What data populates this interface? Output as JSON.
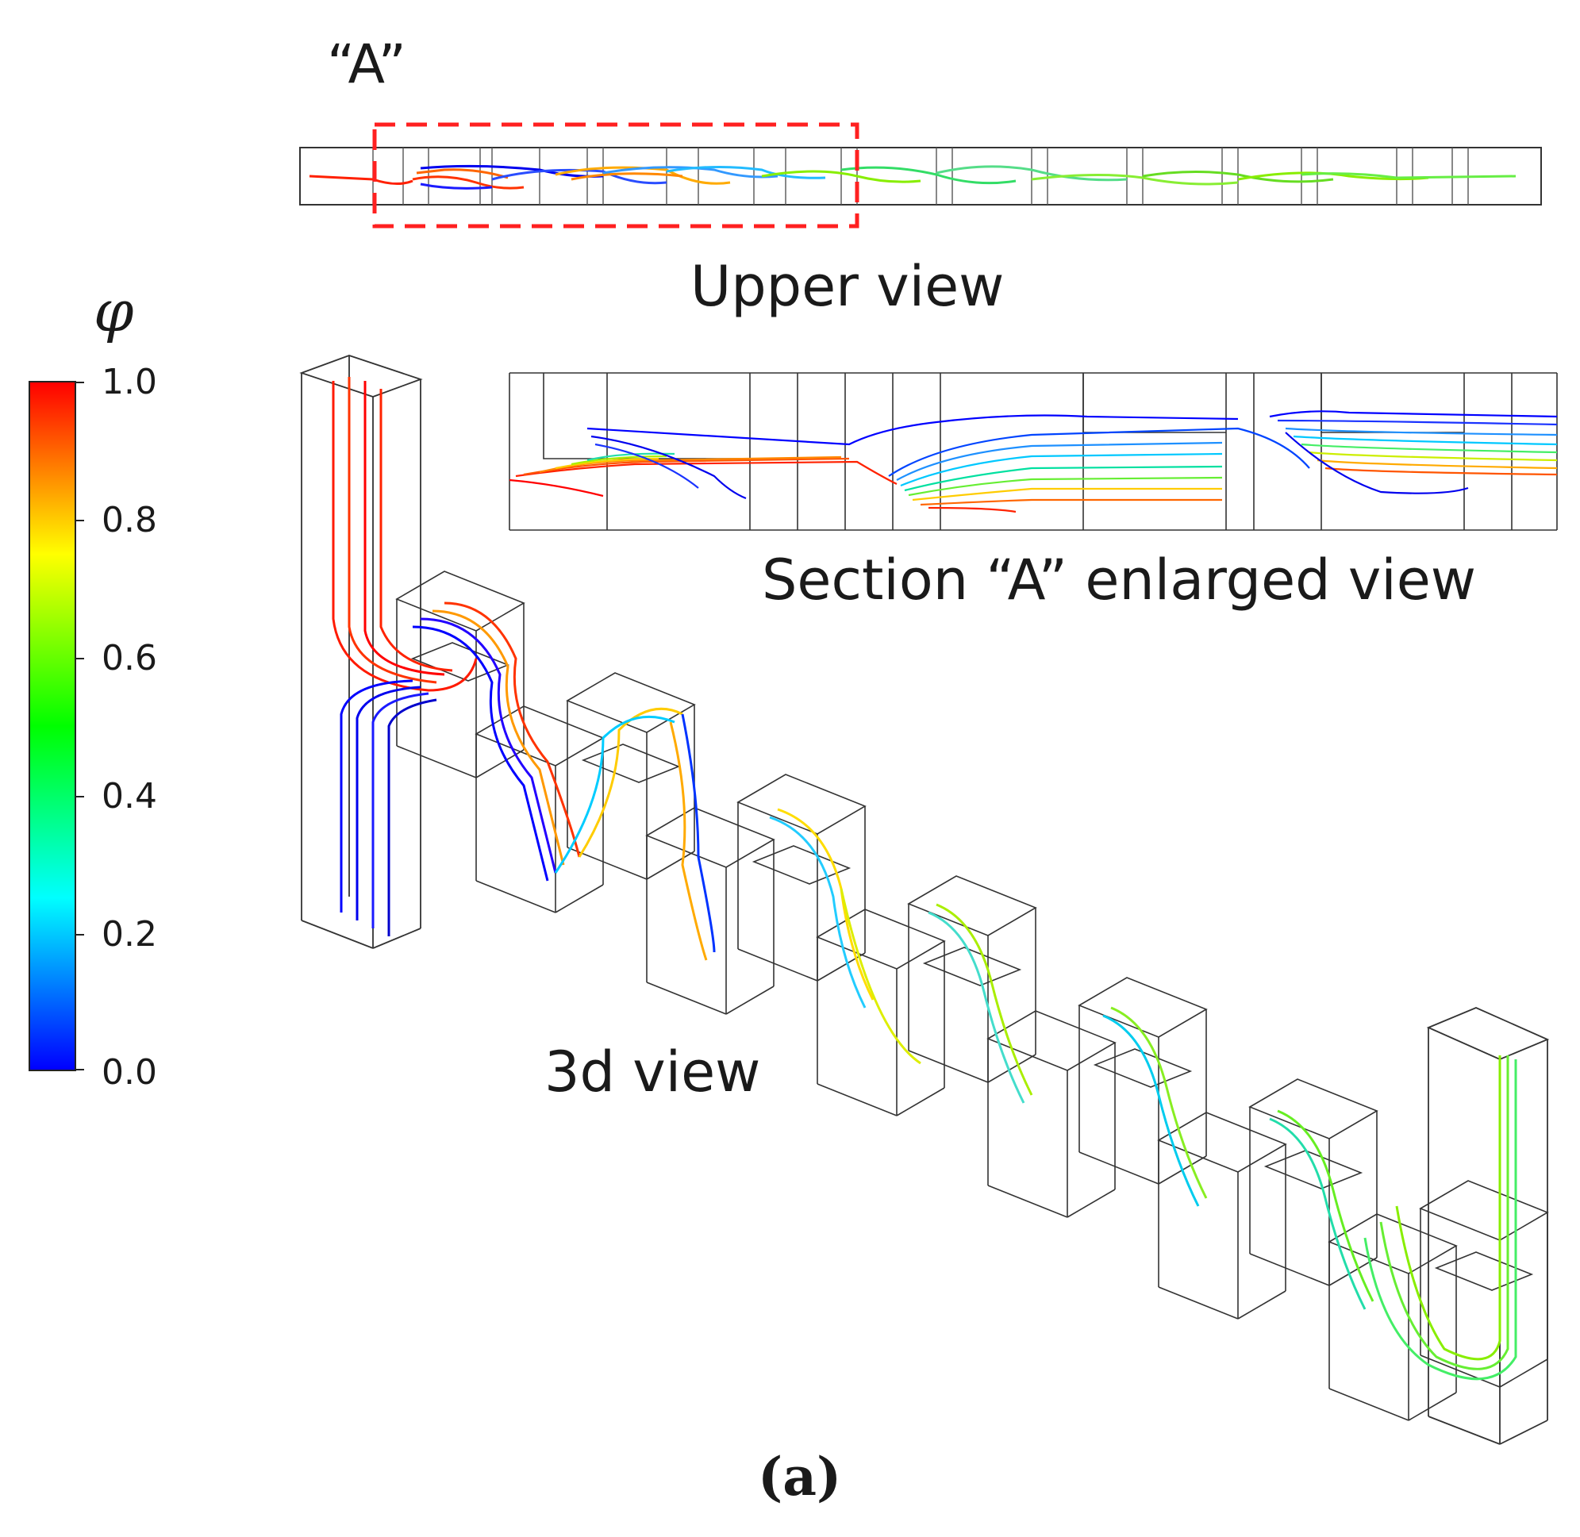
{
  "labels": {
    "section_marker": "“A”",
    "upper_view": "Upper view",
    "section_view": "Section “A” enlarged view",
    "view_3d": "3d view",
    "panel": "(a)"
  },
  "colorbar": {
    "symbol": "φ",
    "ticks": [
      "1.0",
      "0.8",
      "0.6",
      "0.4",
      "0.2",
      "0.0"
    ],
    "range": [
      0.0,
      1.0
    ],
    "colormap": [
      "#0000ff",
      "#00ffff",
      "#00ff00",
      "#ffff00",
      "#ff0000"
    ]
  },
  "colors": {
    "marker_box": "#ff2020",
    "wireframe": "#222222"
  }
}
